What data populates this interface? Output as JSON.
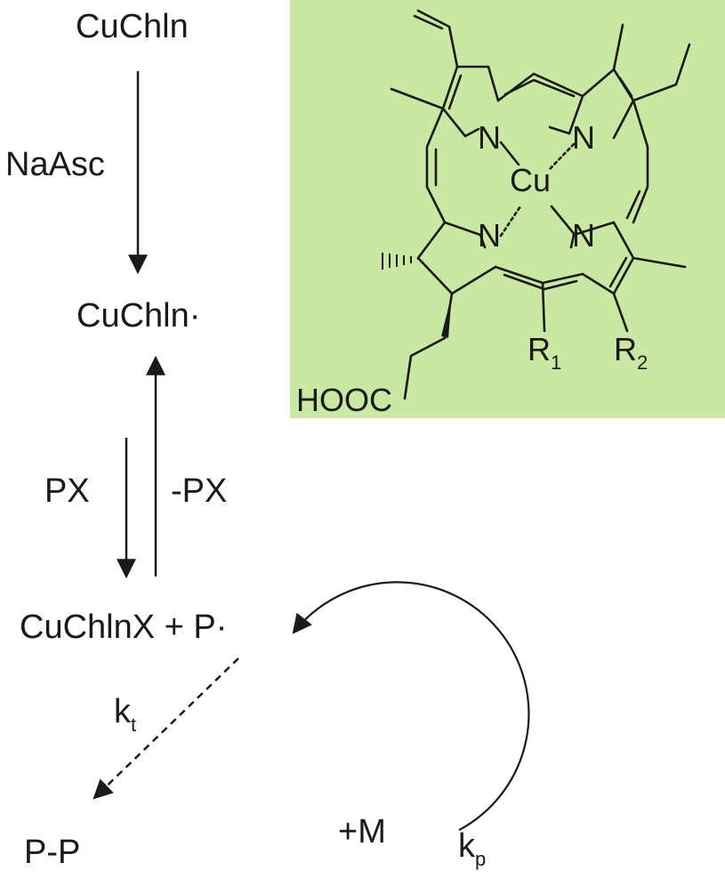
{
  "scheme": {
    "start_species": "CuChln",
    "reductant_label": "NaAsc",
    "radical_species": "CuChln·",
    "forward_label": "PX",
    "reverse_label": "-PX",
    "product_species": "CuChlnX + P·",
    "termination_rate": {
      "main": "k",
      "sub": "t"
    },
    "termination_product": "P-P",
    "propagation_label": "+M",
    "propagation_rate": {
      "main": "k",
      "sub": "p"
    }
  },
  "structure": {
    "background_color": "#c9e8a3",
    "metal": "Cu",
    "nitrogens": [
      "N",
      "N",
      "N",
      "N"
    ],
    "substituents": [
      {
        "main": "R",
        "sub": "1"
      },
      {
        "main": "R",
        "sub": "2"
      }
    ],
    "acid_group": "HOOC"
  }
}
